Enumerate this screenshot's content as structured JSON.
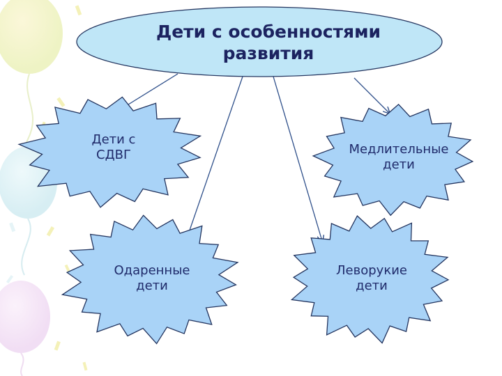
{
  "title": "Дети с особенностями\nразвития",
  "nodes": {
    "adhd": "Дети с\nСДВГ",
    "slow": "Медлительные\nдети",
    "gifted": "Одаренные\nдети",
    "lefthanded": "Леворукие\nдети"
  },
  "colors": {
    "shape_fill": "#a9d3f7",
    "shape_stroke": "#23345e",
    "ellipse_fill": "#bfe6f7",
    "text": "#1f2a6a",
    "arrow": "#2e4f8a"
  }
}
